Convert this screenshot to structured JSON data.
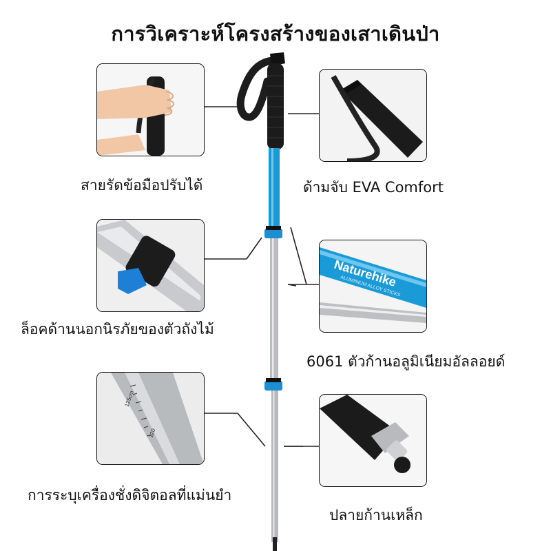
{
  "page": {
    "title": "การวิเคราะห์โครงสร้างของเสาเดินป่า"
  },
  "features": {
    "strap": "สายรัดข้อมือปรับได้",
    "grip": "ด้ามจับ EVA Comfort",
    "lock": "ล็อคด้านนอกนิรภัยของตัวถังไม้",
    "shaft": "6061 ตัวก้านอลูมิเนียมอัลลอยด์",
    "scale": "การระบุเครื่องชั่งดิจิตอลที่แม่นยำ",
    "tip": "ปลายก้านเหล็ก"
  },
  "product": {
    "brand": "Naturehike",
    "subtitle": "ALUMINIUM ALLOY STICKS",
    "scale_marks": [
      "125cm",
      "120"
    ]
  },
  "colors": {
    "accent_blue": "#1a9bd7",
    "shaft_silver": "#b9bcc0",
    "grip_black": "#1b1b1b",
    "skin": "#f2c7a6"
  },
  "icons": [
    "trekking-pole-icon",
    "hand-photo-icon",
    "lock-clamp-icon",
    "steel-tip-icon"
  ]
}
